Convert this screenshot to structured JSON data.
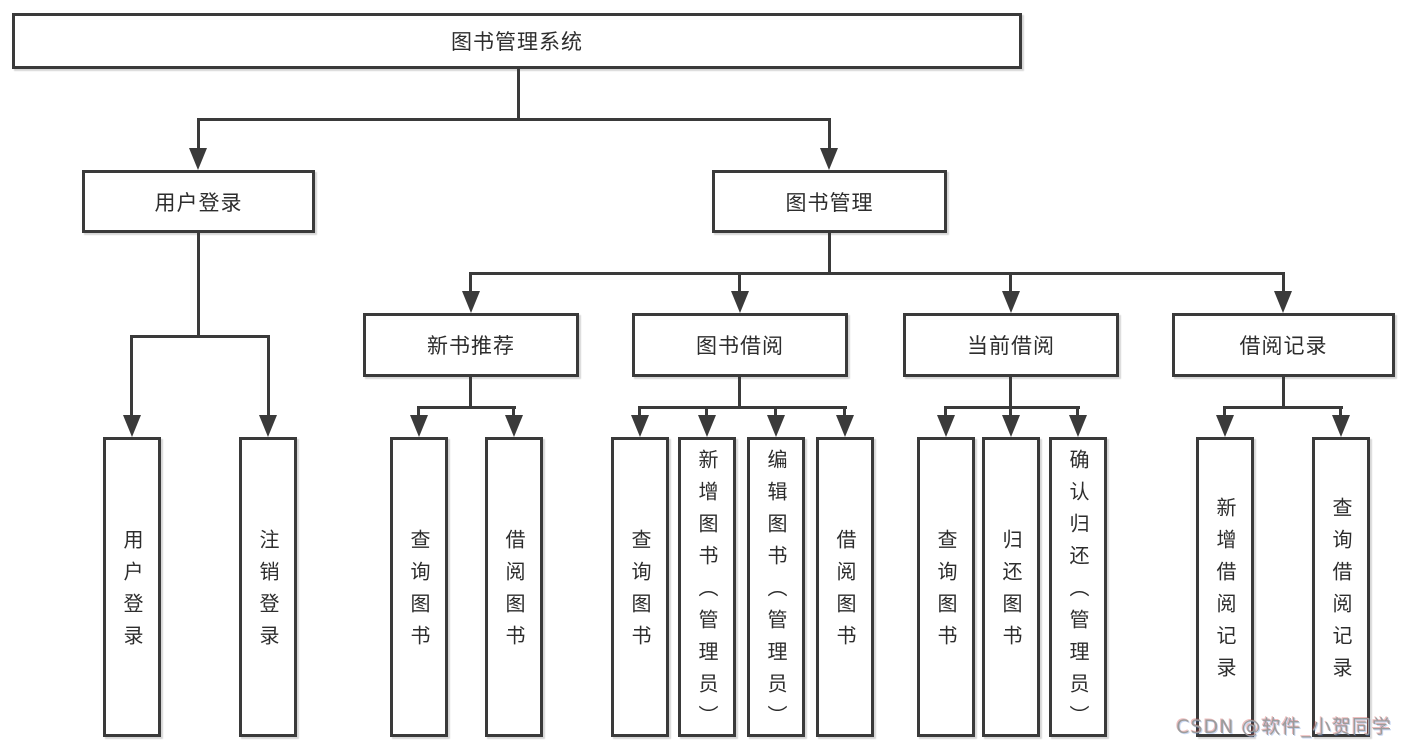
{
  "diagram": {
    "root": "图书管理系统",
    "branches": {
      "user_login": "用户登录",
      "book_management": "图书管理"
    },
    "modules": {
      "new_book_recommend": "新书推荐",
      "book_borrow": "图书借阅",
      "current_borrow": "当前借阅",
      "borrow_record": "借阅记录"
    },
    "leaves": {
      "user_login": [
        "用户登录",
        "注销登录"
      ],
      "new_book_recommend": [
        "查询图书",
        "借阅图书"
      ],
      "book_borrow": [
        "查询图书",
        "新增图书（管理员）",
        "编辑图书（管理员）",
        "借阅图书"
      ],
      "current_borrow": [
        "查询图书",
        "归还图书",
        "确认归还（管理员）"
      ],
      "borrow_record": [
        "新增借阅记录",
        "查询借阅记录"
      ]
    }
  },
  "watermark": "CSDN @软件_小贺同学",
  "colors": {
    "line": "#3a3a3a",
    "text": "#2d2d2d",
    "watermark": "#9c9c9c",
    "background": "#ffffff"
  }
}
